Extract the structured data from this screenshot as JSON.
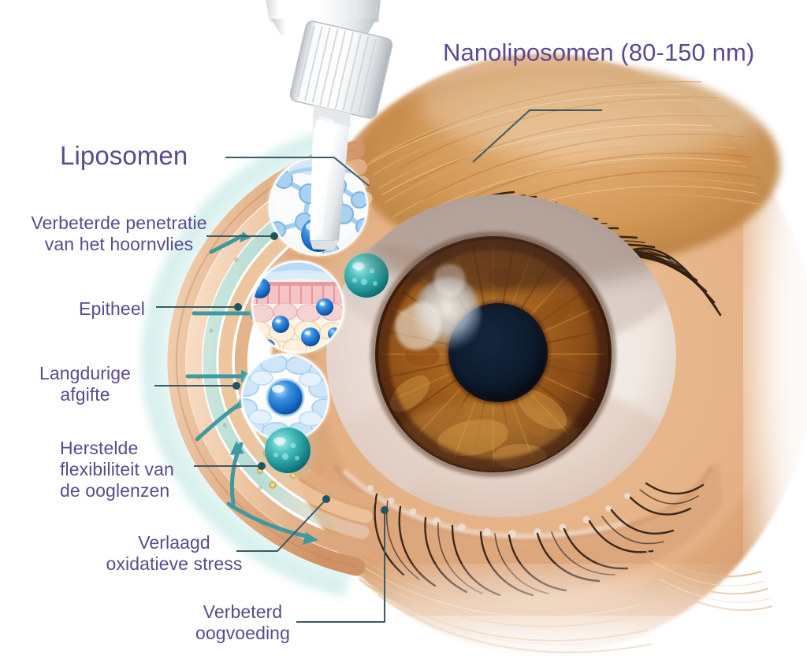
{
  "illustration": {
    "subject": "human-eye-cross-section",
    "title_label": "Nanoliposomen (80-150 nm)",
    "text_color": "#5b4a8f",
    "leader_color": "#3c5a63",
    "arrow_color": "#3f9aa0",
    "dot_color": "#1f5560",
    "background": "#ffffff",
    "iris_color": "#a8651f",
    "pupil_color": "#0d1b2e",
    "skin_color": "#e9b48a",
    "lash_color": "#2b1a10",
    "brow_color": "#c98f4f",
    "liposome_teal": "#2fa3a6",
    "liposome_blue": "#1669c4"
  },
  "labels": [
    {
      "id": "nanoliposomen",
      "text": "Nanoliposomen (80-150 nm)",
      "role": "title"
    },
    {
      "id": "liposomen",
      "text": "Liposomen",
      "role": "heading"
    },
    {
      "id": "penetratie",
      "text": "Verbeterde penetratie\nvan het hoornvlies",
      "role": "callout"
    },
    {
      "id": "epitheel",
      "text": "Epitheel",
      "role": "callout"
    },
    {
      "id": "afgifte",
      "text": "Langdurige\nafgifte",
      "role": "callout"
    },
    {
      "id": "flexibiliteit",
      "text": "Herstelde\nflexibiliteit van\nde ooglenzen",
      "role": "callout"
    },
    {
      "id": "oxidatieve",
      "text": "Verlaagd\noxidatieve stress",
      "role": "callout"
    },
    {
      "id": "oogvoeding",
      "text": "Verbeterd\noogvoeding",
      "role": "callout"
    }
  ],
  "insets": [
    {
      "id": "molecular-network",
      "description": "molecular-network-diagram"
    },
    {
      "id": "epithelium-tissue",
      "description": "corneal-epithelium-cross-section"
    },
    {
      "id": "lipid-bilayer",
      "description": "liposome-bilayer-cross-section"
    }
  ]
}
